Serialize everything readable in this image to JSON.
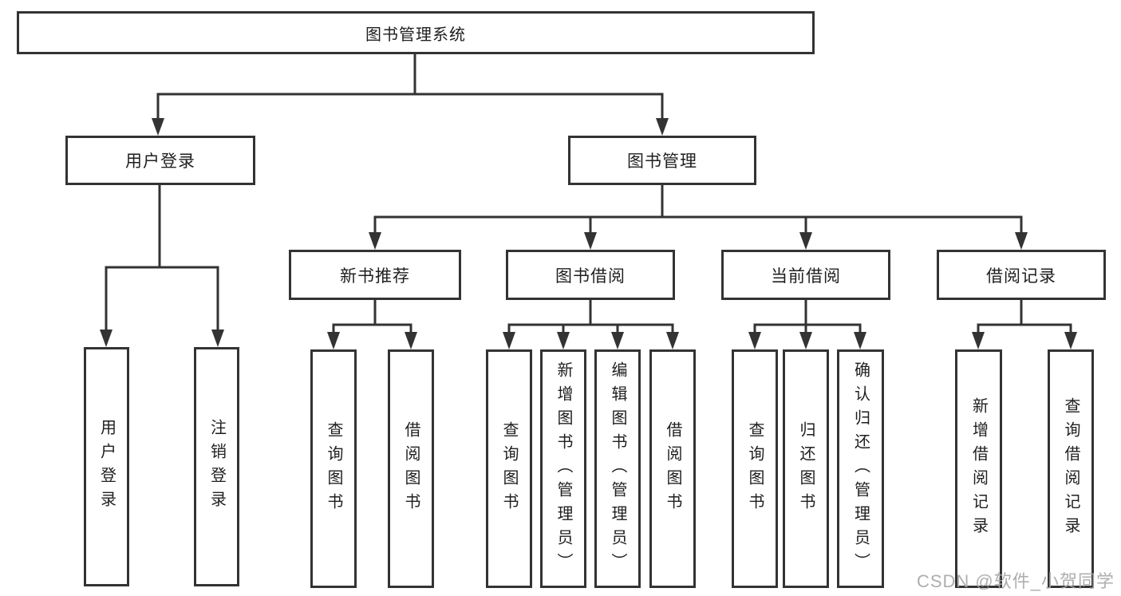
{
  "diagram": {
    "type": "hierarchy-tree",
    "nodes": {
      "root": {
        "label": "图书管理系统"
      },
      "user_login": {
        "label": "用户登录",
        "children": [
          "用户登录",
          "注销登录"
        ]
      },
      "book_mgmt": {
        "label": "图书管理"
      },
      "new_book_rec": {
        "label": "新书推荐",
        "children": [
          "查询图书",
          "借阅图书"
        ]
      },
      "book_borrow": {
        "label": "图书借阅",
        "children": [
          "查询图书",
          "新增图书（管理员）",
          "编辑图书（管理员）",
          "借阅图书"
        ]
      },
      "current_borrow": {
        "label": "当前借阅",
        "children": [
          "查询图书",
          "归还图书",
          "确认归还（管理员）"
        ]
      },
      "borrow_records": {
        "label": "借阅记录",
        "children": [
          "新增借阅记录",
          "查询借阅记录"
        ]
      }
    },
    "colors": {
      "line": "#333333",
      "text": "#1f1f1f",
      "background": "#ffffff",
      "watermark": "#a5a5a5"
    }
  },
  "watermark": {
    "text": "CSDN @软件_小贺同学"
  }
}
